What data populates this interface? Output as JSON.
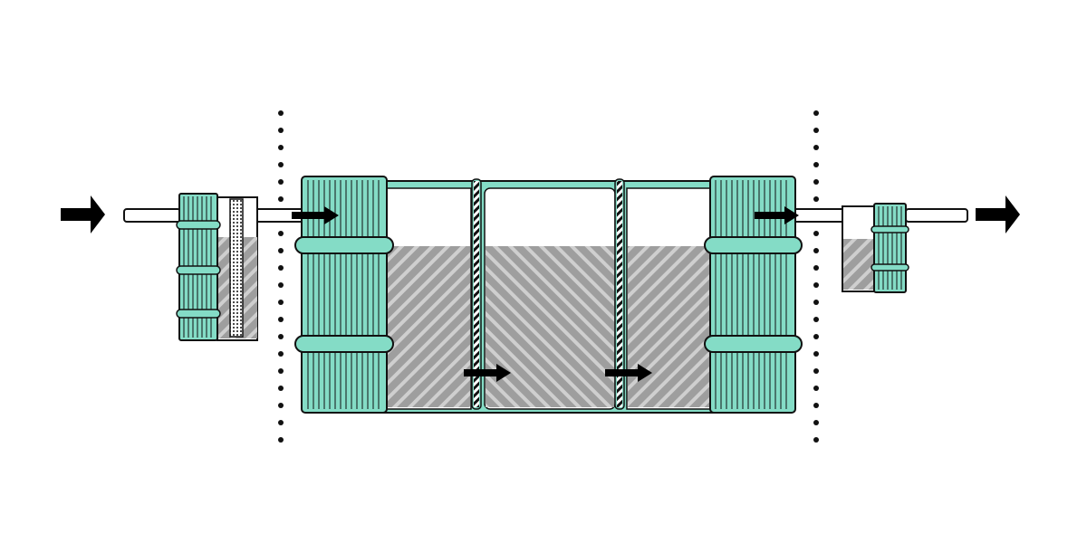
{
  "diagram": {
    "subject": "septic-tank-system",
    "components": [
      {
        "id": "inlet-pipe"
      },
      {
        "id": "inlet-filter-chamber"
      },
      {
        "id": "main-tank-chamber-1"
      },
      {
        "id": "main-tank-chamber-2"
      },
      {
        "id": "main-tank-chamber-3"
      },
      {
        "id": "outlet-filter-chamber"
      },
      {
        "id": "outlet-pipe"
      }
    ],
    "flow_arrows": 6,
    "boundary_lines": 2
  },
  "colors": {
    "tank": "#84dcc6",
    "outline": "#111111",
    "water": "#ffffff",
    "sludge": "#9e9e9e",
    "sludge_stripe": "#cfcfcf",
    "arrow": "#000000",
    "background": "#ffffff"
  },
  "icons": [
    "arrow-right-icon"
  ]
}
